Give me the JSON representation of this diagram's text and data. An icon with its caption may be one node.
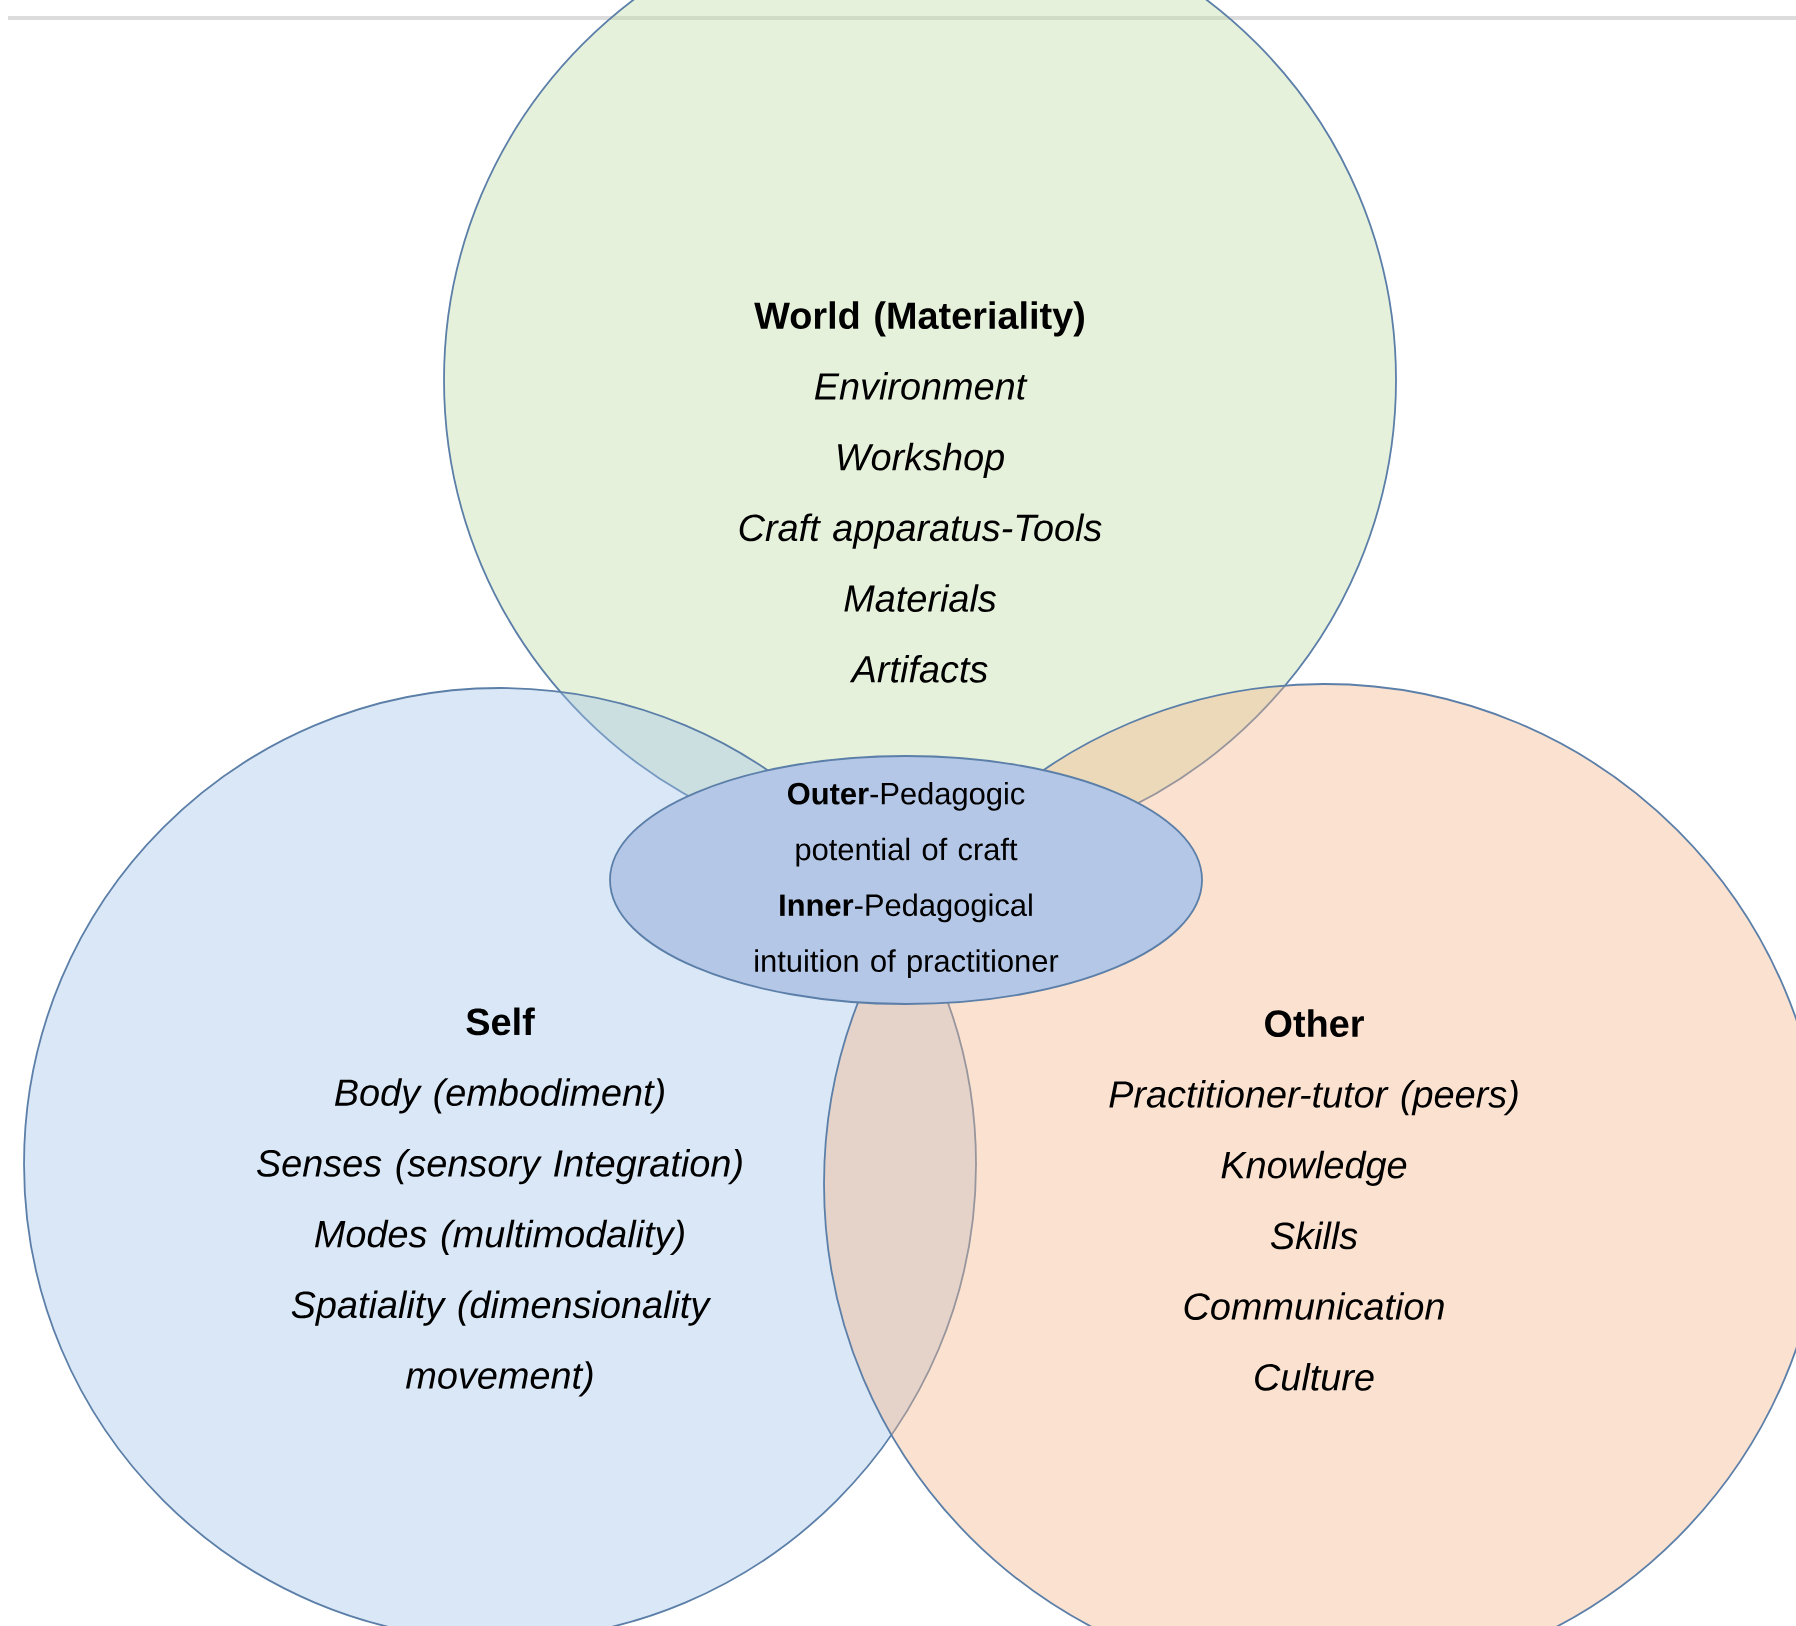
{
  "diagram": {
    "nodes": [
      {
        "text": [
          "World (Materiality)",
          "Environment",
          "Workshop",
          "Craft apparatus-Tools",
          "Materials",
          "Artifacts"
        ]
      },
      {
        "text": [
          "Self",
          "Body (embodiment)",
          "Senses (sensory Integration)",
          "Modes (multimodality)",
          "Spatiality (dimensionality movement)"
        ]
      },
      {
        "text": [
          "Other",
          "Practitioner-tutor (peers)",
          "Knowledge",
          "Skills",
          "Communication",
          "Culture"
        ]
      },
      {
        "text": [
          "**Outer**-Pedagogic potential of craft",
          "**Inner**-Pedagogical intuition of practitioner"
        ]
      }
    ]
  }
}
